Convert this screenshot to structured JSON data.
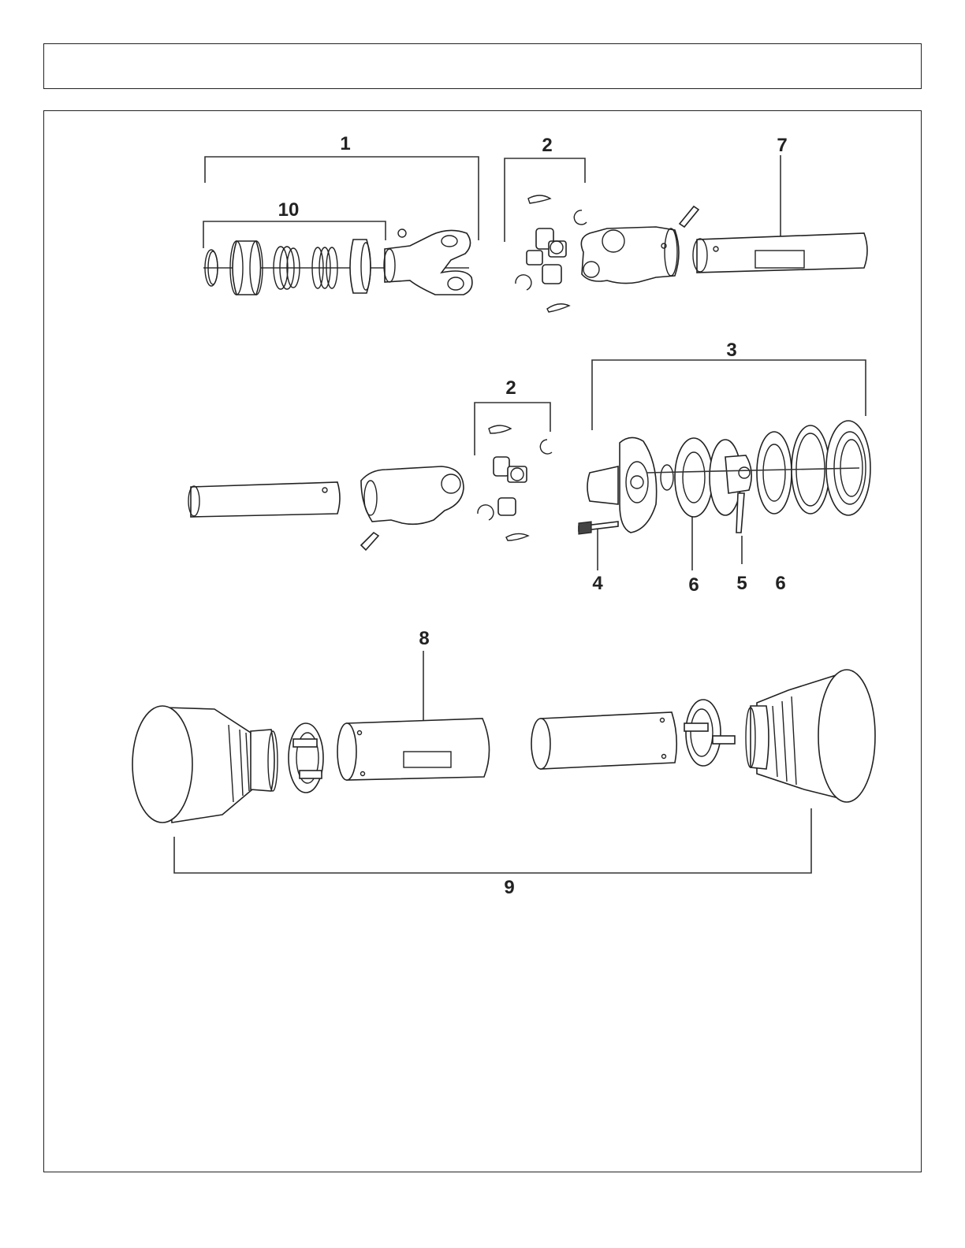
{
  "header": {
    "title": ""
  },
  "callouts": {
    "c1": "1",
    "c2a": "2",
    "c7": "7",
    "c10": "10",
    "c3": "3",
    "c2b": "2",
    "c4": "4",
    "c6a": "6",
    "c5": "5",
    "c6b": "6",
    "c8": "8",
    "c9": "9"
  },
  "colors": {
    "line": "#222222",
    "background": "#ffffff"
  }
}
